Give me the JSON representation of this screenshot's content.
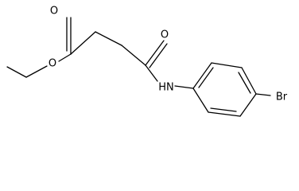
{
  "molecule": {
    "atoms": {
      "o_carbonyl_ester": "O",
      "o_ether": "O",
      "o_carbonyl_amide": "O",
      "nh": "HN",
      "br": "Br"
    }
  },
  "colors": {
    "stroke": "#000000",
    "background": "#ffffff"
  }
}
